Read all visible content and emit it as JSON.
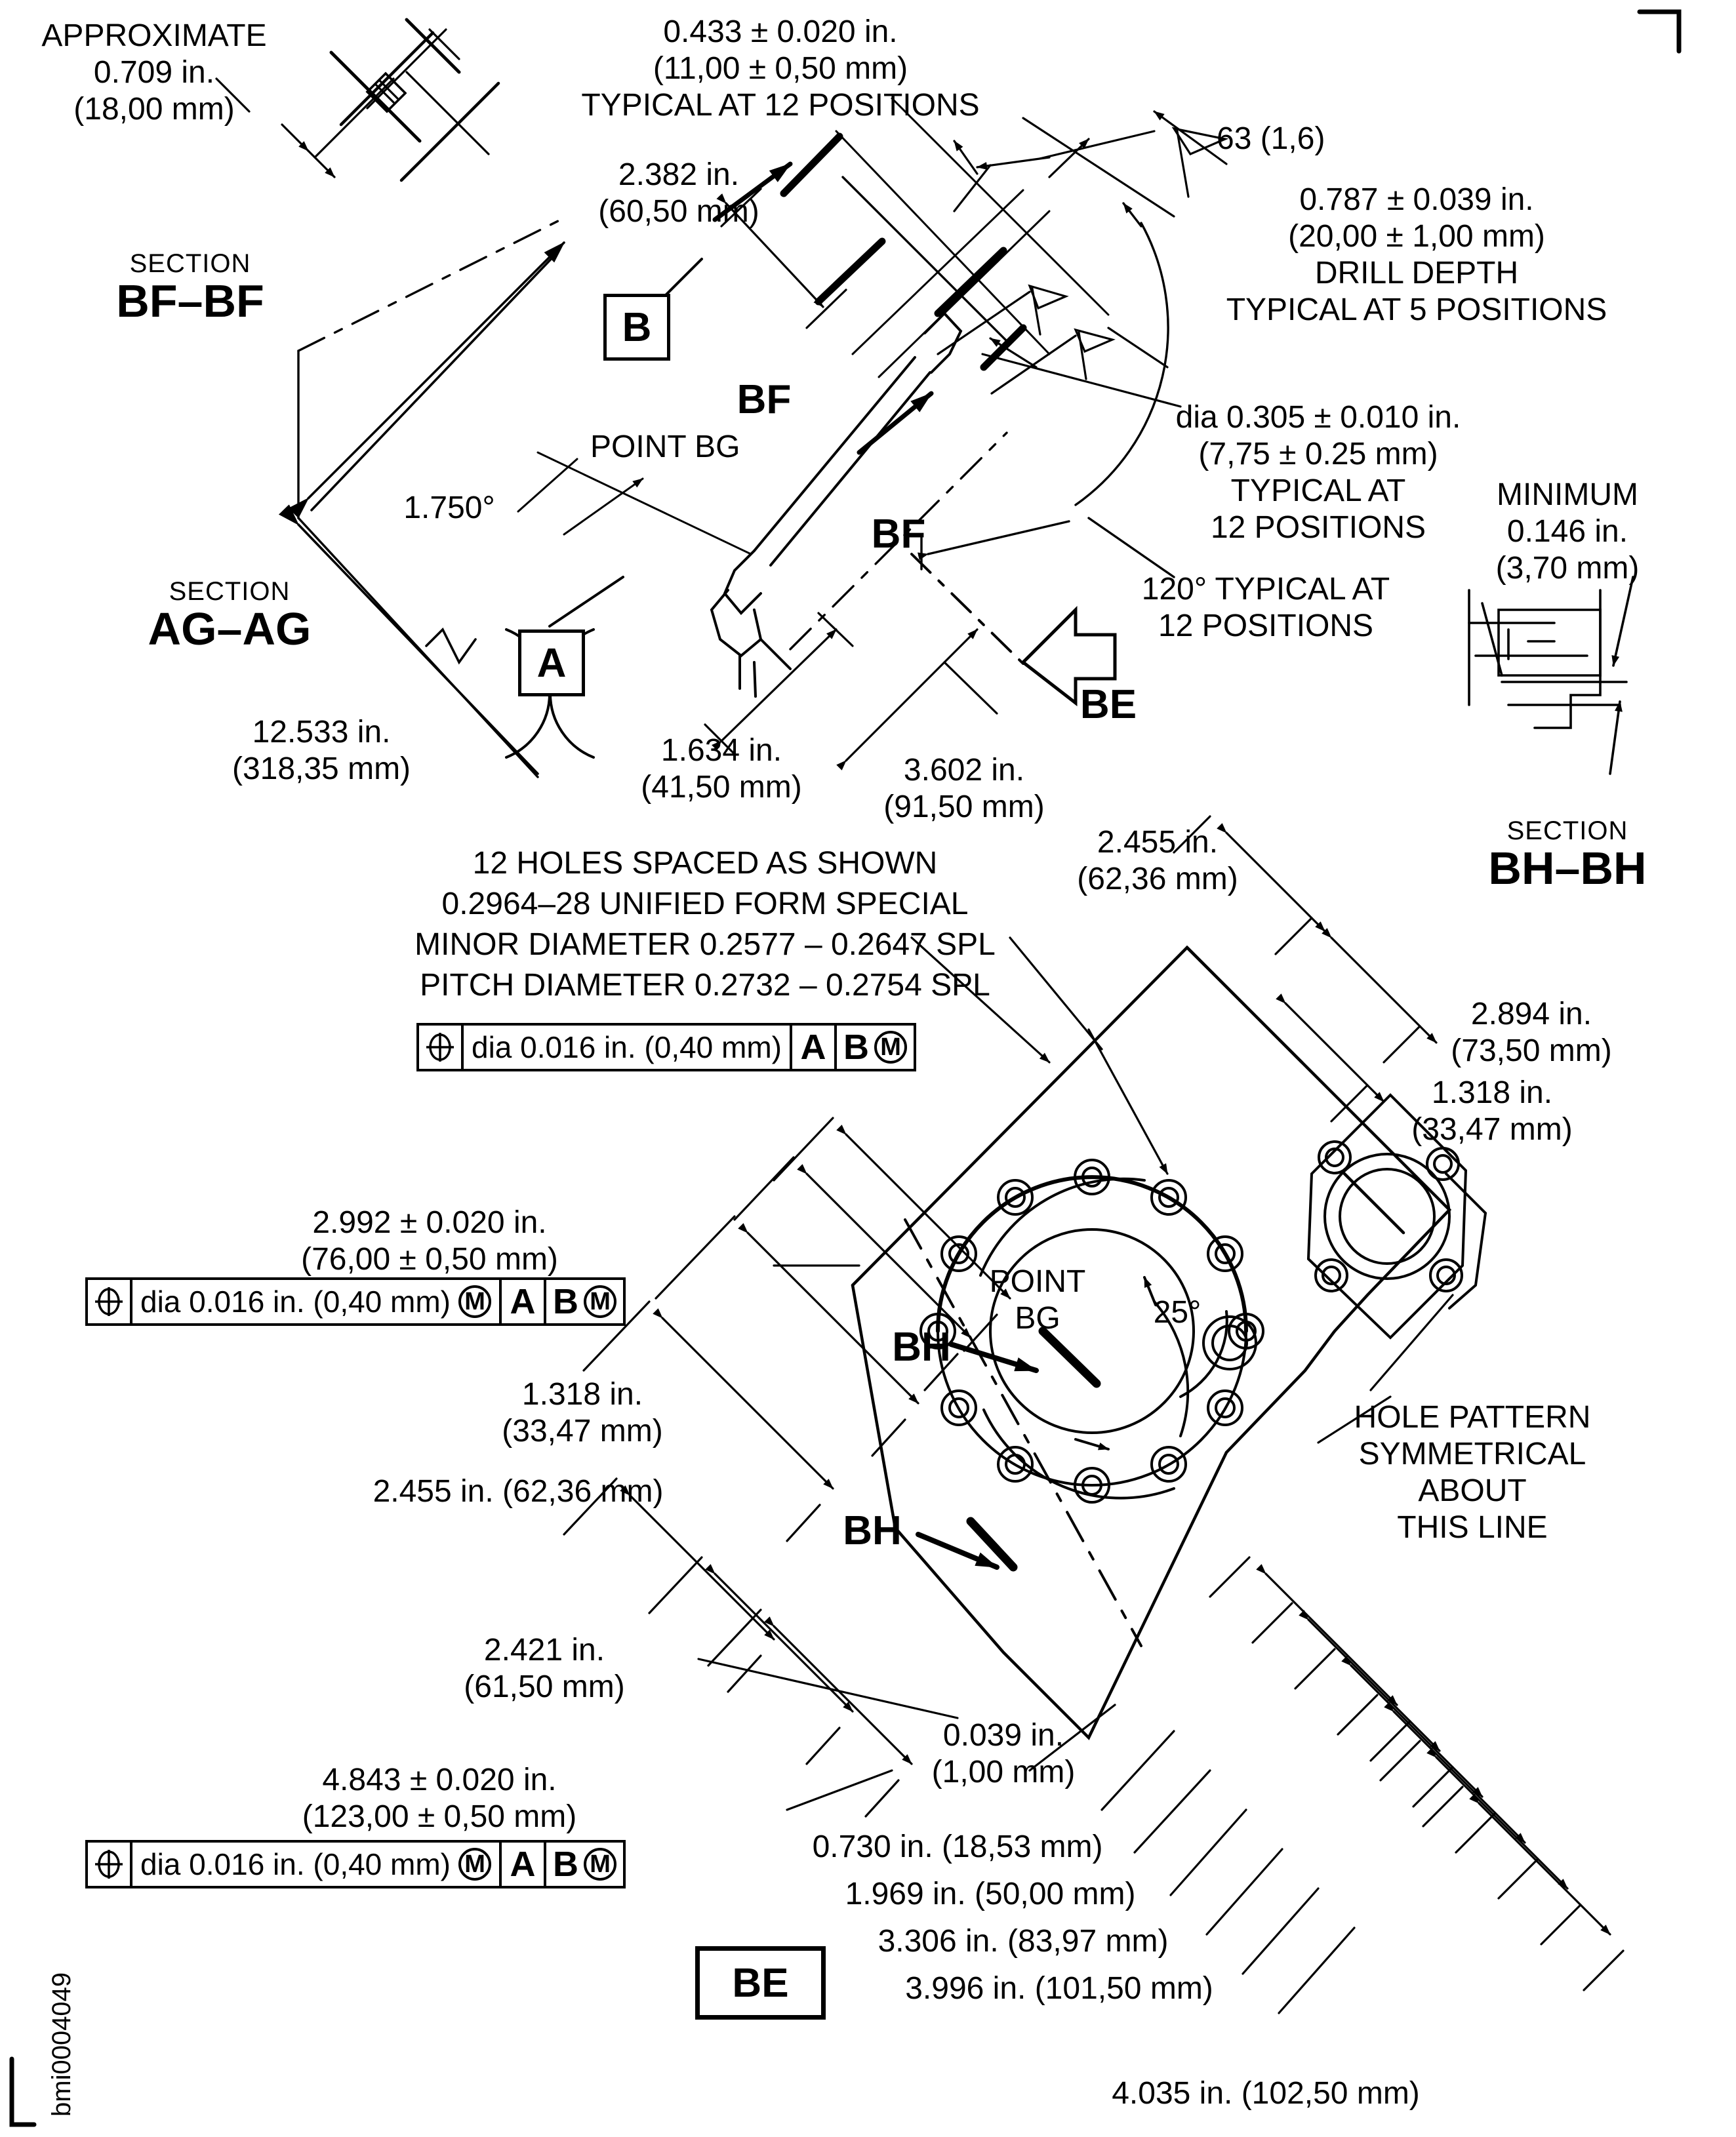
{
  "drawing": {
    "id_code": "bmi0004049",
    "ink": "#000000",
    "paper": "#ffffff"
  },
  "sections": {
    "bf_bf": {
      "word": "SECTION",
      "name": "BF–BF"
    },
    "ag_ag": {
      "word": "SECTION",
      "name": "AG–AG"
    },
    "bh_bh": {
      "word": "SECTION",
      "name": "BH–BH"
    }
  },
  "datums": {
    "a": "A",
    "b": "B",
    "be": "BE",
    "bf_upper": "BF",
    "bf_lower": "BF",
    "bh_upper": "BH",
    "bh_lower": "BH",
    "be_arrow": "BE",
    "be_box_bottom": "BE"
  },
  "notes": {
    "approximate": "APPROXIMATE",
    "approximate_in": "0.709 in.",
    "approximate_mm": "(18,00 mm)",
    "minimum": "MINIMUM",
    "minimum_in": "0.146 in.",
    "minimum_mm": "(3,70 mm)",
    "point_bg_upper": "POINT BG",
    "point_bg_lower_l1": "POINT",
    "point_bg_lower_l2": "BG",
    "hole_pattern_l1": "HOLE PATTERN",
    "hole_pattern_l2": "SYMMETRICAL",
    "hole_pattern_l3": "ABOUT",
    "hole_pattern_l4": "THIS LINE",
    "surface_finish": "63 (1,6)"
  },
  "hole_spec": {
    "line1": "12 HOLES SPACED AS SHOWN",
    "line2": "0.2964–28 UNIFIED FORM SPECIAL",
    "line3": "MINOR DIAMETER 0.2577 – 0.2647 SPL",
    "line4": "PITCH DIAMETER 0.2732 – 0.2754 SPL"
  },
  "dimensions": {
    "d_0433": {
      "in": "0.433 ± 0.020 in.",
      "mm": "(11,00 ± 0,50 mm)",
      "note": "TYPICAL AT 12 POSITIONS"
    },
    "d_2382": {
      "in": "2.382 in.",
      "mm": "(60,50 mm)"
    },
    "d_0787": {
      "in": "0.787 ± 0.039 in.",
      "mm": "(20,00 ± 1,00 mm)",
      "note1": "DRILL DEPTH",
      "note2": "TYPICAL AT 5 POSITIONS"
    },
    "d_0305": {
      "in": "dia 0.305 ± 0.010 in.",
      "mm": "(7,75 ± 0.25 mm)",
      "note1": "TYPICAL AT",
      "note2": "12 POSITIONS"
    },
    "a_120": {
      "note1": "120° TYPICAL AT",
      "note2": "12 POSITIONS"
    },
    "a_1750": "1.750°",
    "a_25": "25°",
    "d_12533": {
      "in": "12.533 in.",
      "mm": "(318,35 mm)"
    },
    "d_1634": {
      "in": "1.634 in.",
      "mm": "(41,50 mm)"
    },
    "d_3602": {
      "in": "3.602 in.",
      "mm": "(91,50 mm)"
    },
    "d_2455_top": {
      "in": "2.455 in.",
      "mm": "(62,36 mm)"
    },
    "d_2894": {
      "in": "2.894 in.",
      "mm": "(73,50 mm)"
    },
    "d_1318_right": {
      "in": "1.318 in.",
      "mm": "(33,47 mm)"
    },
    "d_2992": {
      "in": "2.992 ± 0.020 in.",
      "mm": "(76,00 ± 0,50 mm)"
    },
    "d_1318_left": {
      "in": "1.318 in.",
      "mm": "(33,47 mm)"
    },
    "d_2455_left": "2.455 in. (62,36 mm)",
    "d_2421": {
      "in": "2.421 in.",
      "mm": "(61,50 mm)"
    },
    "d_4843": {
      "in": "4.843 ± 0.020 in.",
      "mm": "(123,00 ± 0,50 mm)"
    },
    "d_0039": {
      "in": "0.039 in.",
      "mm": "(1,00 mm)"
    },
    "d_0730": "0.730 in. (18,53 mm)",
    "d_1969": "1.969 in. (50,00 mm)",
    "d_3306": "3.306 in. (83,97 mm)",
    "d_3996": "3.996 in. (101,50 mm)",
    "d_4035": "4.035 in. (102,50 mm)"
  },
  "feature_control_frames": [
    {
      "id": "fcf-top",
      "symbol": "position",
      "tolerance": "dia 0.016 in. (0,40 mm)",
      "tol_modifier": "",
      "datums": [
        {
          "letter": "A",
          "modifier": ""
        },
        {
          "letter": "B",
          "modifier": "M"
        }
      ]
    },
    {
      "id": "fcf-middle",
      "symbol": "position",
      "tolerance": "dia 0.016 in. (0,40 mm)",
      "tol_modifier": "M",
      "datums": [
        {
          "letter": "A",
          "modifier": ""
        },
        {
          "letter": "B",
          "modifier": "M"
        }
      ]
    },
    {
      "id": "fcf-bottom",
      "symbol": "position",
      "tolerance": "dia 0.016 in. (0,40 mm)",
      "tol_modifier": "M",
      "datums": [
        {
          "letter": "A",
          "modifier": ""
        },
        {
          "letter": "B",
          "modifier": "M"
        }
      ]
    }
  ]
}
